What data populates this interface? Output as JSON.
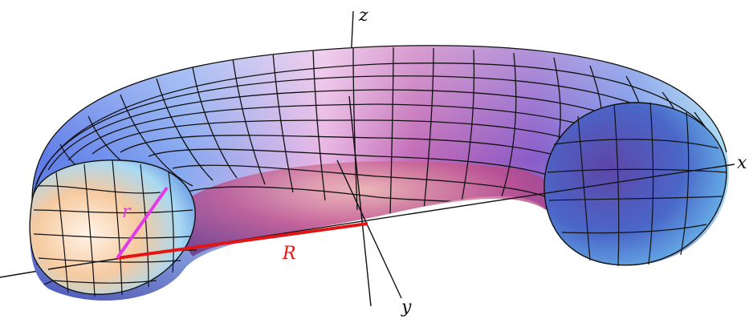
{
  "figure": {
    "axes": {
      "z": "z",
      "x": "x",
      "y": "y"
    },
    "labels": {
      "minor_radius": "r",
      "major_radius": "R"
    },
    "colors": {
      "minor_radius": "#e23be6",
      "major_radius": "#e31414",
      "grid": "#111111",
      "axis": "#111111",
      "surface_blue": "#5b7fe0",
      "surface_purple": "#7a3fae",
      "surface_pink": "#e6a8d8",
      "surface_peach": "#f2b98c"
    }
  }
}
